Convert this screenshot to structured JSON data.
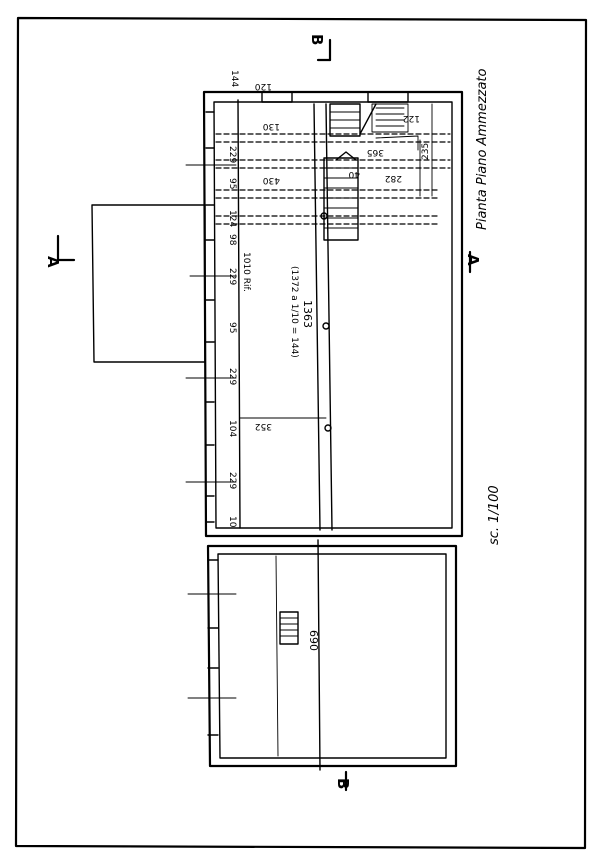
{
  "drawing": {
    "title": "Pianta Piano Ammezzato",
    "scale": "sc. 1/100",
    "section_a_top": "A",
    "section_a_bottom": "A",
    "section_b_top": "B",
    "section_b_bottom": "B",
    "dims": {
      "d120": "120",
      "d130": "130",
      "d122": "122",
      "d365": "365",
      "d235": "235",
      "d282": "282",
      "d40": "40",
      "d430": "430",
      "d144": "144",
      "d229a": "229",
      "d95a": "95",
      "d124": "124",
      "d98": "98",
      "d1010": "1010 Rif.",
      "d229b": "229",
      "d95b": "95",
      "d229c": "229",
      "d104": "104",
      "d352": "352",
      "d229d": "229",
      "d10": "10",
      "d1372": "(1372 a 1/10 = 144)",
      "d1363": "1363",
      "d690": "690"
    }
  }
}
